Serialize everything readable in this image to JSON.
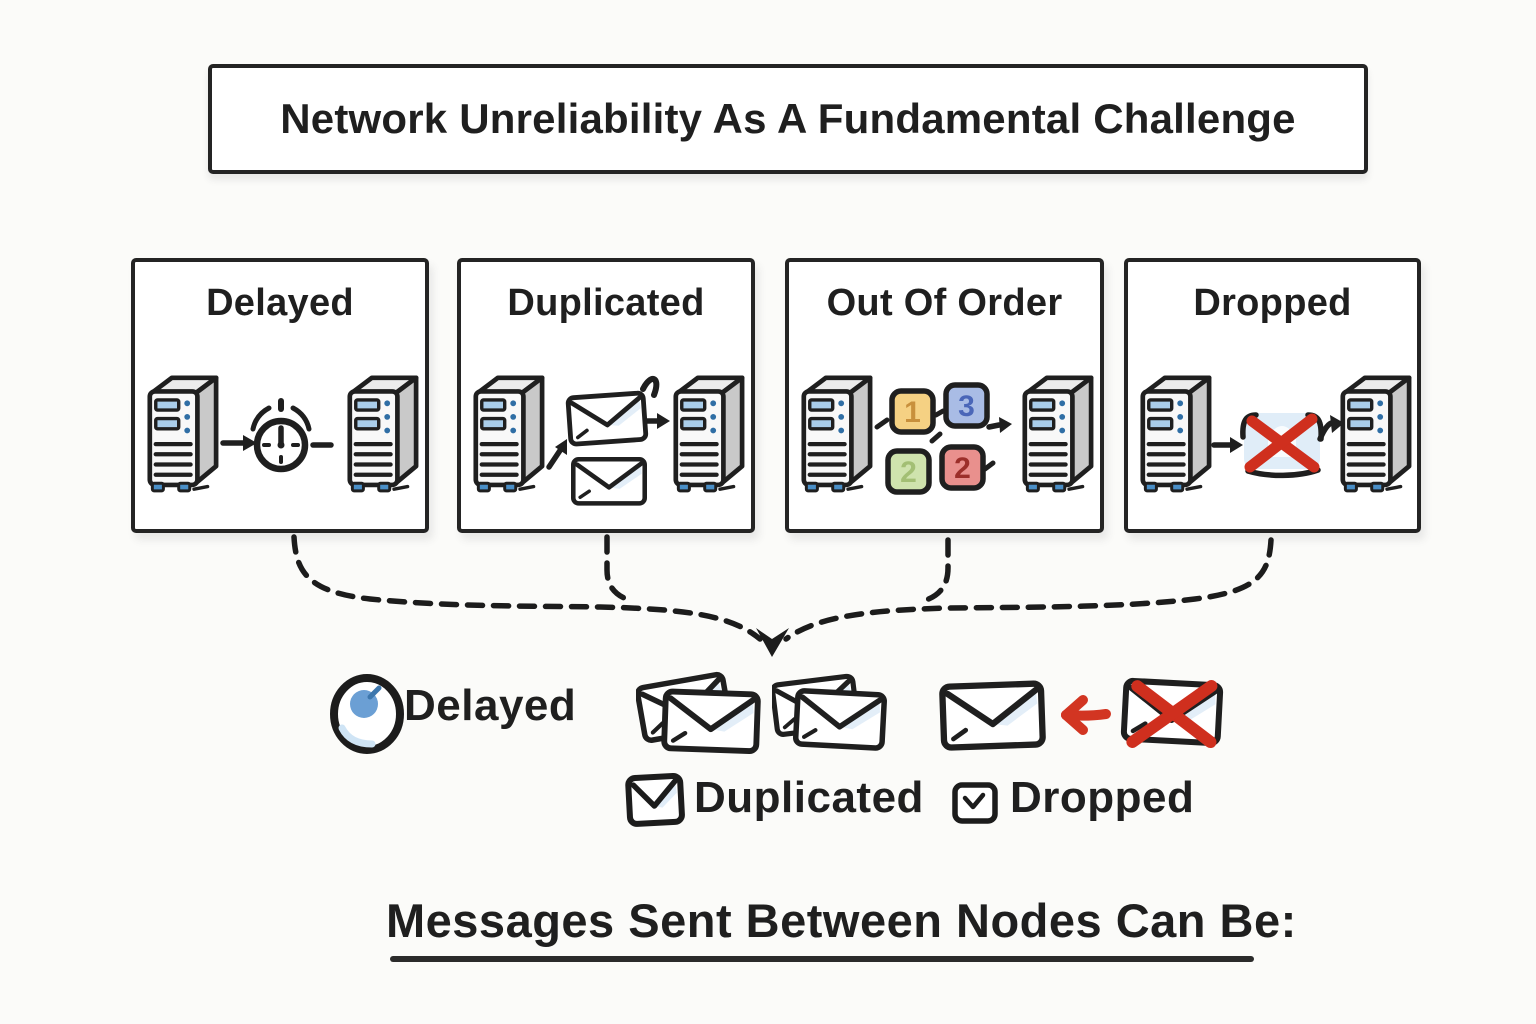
{
  "title": "Network Unreliability As A Fundamental Challenge",
  "panels": [
    {
      "label": "Delayed",
      "icon": "clock-icon"
    },
    {
      "label": "Duplicated",
      "icon": "double-envelope-icon"
    },
    {
      "label": "Out Of Order",
      "icon": "numbered-packets-icon",
      "packets": [
        {
          "value": "1",
          "bg": "#f5d183",
          "fg": "#c8903c"
        },
        {
          "value": "3",
          "bg": "#a9bce5",
          "fg": "#4a66b8"
        },
        {
          "value": "2",
          "bg": "#cfe3ad",
          "fg": "#a3bf74"
        },
        {
          "value": "2",
          "bg": "#e9908d",
          "fg": "#9c2f2a"
        }
      ]
    },
    {
      "label": "Dropped",
      "icon": "crossed-envelope-icon"
    }
  ],
  "legend": {
    "delayed_label": "Delayed",
    "duplicated_label": "Duplicated",
    "dropped_label": "Dropped"
  },
  "caption": "Messages Sent Between Nodes Can Be:",
  "colors": {
    "ink": "#1f1f1f",
    "server_slot_blue": "#a9cdea",
    "server_foot_blue": "#4a8fc7",
    "accent_blue": "#6b9fd4",
    "envelope_shade_blue": "#d9e8f6",
    "cross_red": "#cf2f1e",
    "arrow_red": "#d23522",
    "packet_yellow": "#f5d183",
    "packet_blue": "#a9bce5",
    "packet_green": "#cfe3ad",
    "packet_red": "#e9908d"
  }
}
